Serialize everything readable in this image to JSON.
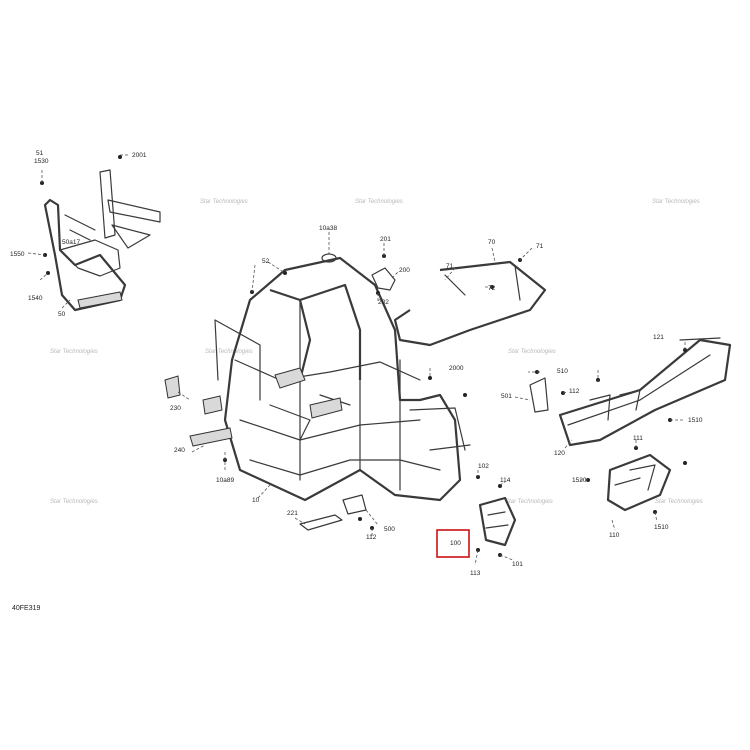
{
  "diagram": {
    "code": "40FE319",
    "highlight_color": "#cc1111",
    "highlighted_label": "100",
    "watermark": "Star Technologies",
    "labels": {
      "l51": "51",
      "l1530": "1530",
      "l2001": "2001",
      "l50a17": "50a17",
      "l1550": "1550",
      "l1540": "1540",
      "l50": "50",
      "l10a38": "10a38",
      "l201": "201",
      "l200": "200",
      "l202": "202",
      "l52": "52",
      "l70": "70",
      "l71a": "71",
      "l71b": "71",
      "l72": "72",
      "l121": "121",
      "l2000": "2000",
      "l510": "510",
      "l501": "501",
      "l112a": "112",
      "l230": "230",
      "l240": "240",
      "l10a89": "10a89",
      "l10": "10",
      "l1510a": "1510",
      "l120": "120",
      "l111": "111",
      "l1520": "1520",
      "l110": "110",
      "l1510b": "1510",
      "l102": "102",
      "l114": "114",
      "l221": "221",
      "l500": "500",
      "l112b": "112",
      "l100": "100",
      "l113": "113",
      "l101": "101"
    }
  }
}
